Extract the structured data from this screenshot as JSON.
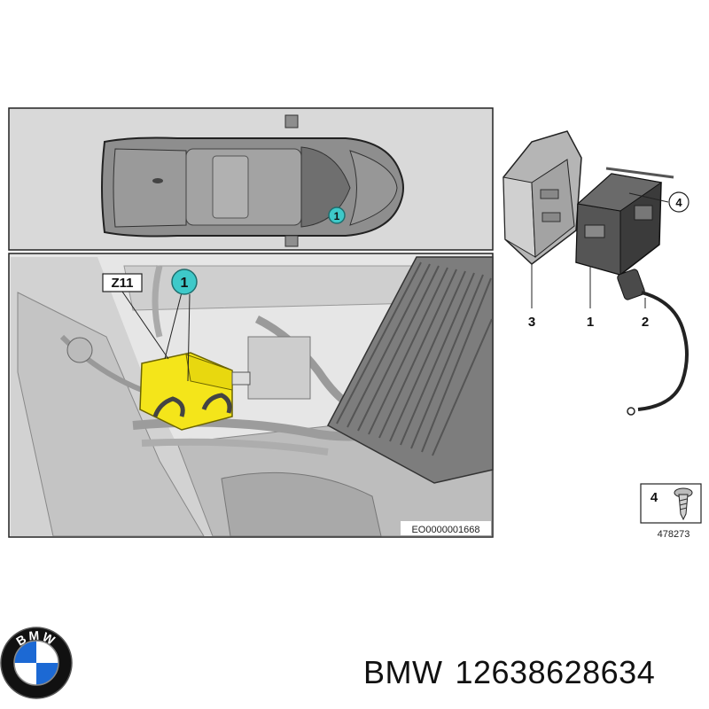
{
  "diagram": {
    "callout_z11": "Z11",
    "callout_main": "1",
    "car_marker": "1",
    "image_code": "EO0000001668",
    "parts": [
      {
        "number": "3"
      },
      {
        "number": "1"
      },
      {
        "number": "2"
      },
      {
        "number": "4"
      }
    ],
    "screw_panel": {
      "number": "4",
      "code": "478273"
    }
  },
  "logo": {
    "letters": "BMW",
    "brand_colors": {
      "blue": "#1c69d4",
      "black": "#111111",
      "white": "#ffffff"
    }
  },
  "caption": {
    "brand": "BMW",
    "part_number": "12638628634"
  },
  "colors": {
    "highlight_yellow": "#f4e51a",
    "marker_teal": "#3ec9c9",
    "panel_grey": "#d9d9d9"
  }
}
